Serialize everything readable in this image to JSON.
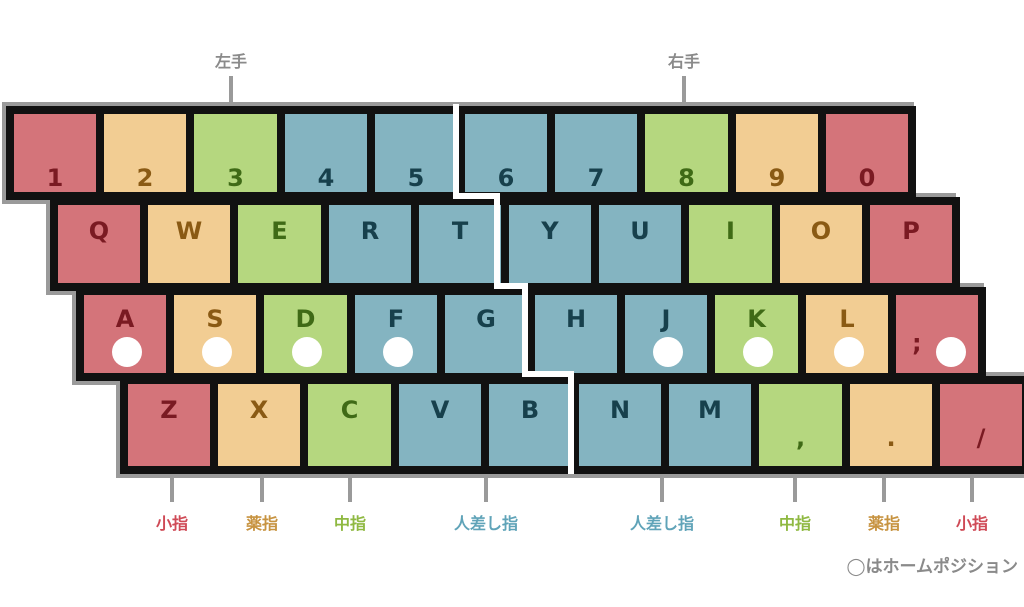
{
  "labels": {
    "left_hand": "左手",
    "right_hand": "右手",
    "home_note": "◯はホームポジション"
  },
  "colors": {
    "pinky": "#d4747a",
    "ring": "#f2cd93",
    "middle": "#b5d77f",
    "index": "#84b4c1",
    "pinky_text": "#7a1a22",
    "ring_text": "#8a5a14",
    "middle_text": "#3f6a16",
    "index_text": "#17404c",
    "pinky_label": "#cf4a56",
    "ring_label": "#c79340",
    "middle_label": "#8fb942",
    "index_label": "#5fa3b8"
  },
  "finger_labels": [
    {
      "text": "小指",
      "finger": "pinky"
    },
    {
      "text": "薬指",
      "finger": "ring"
    },
    {
      "text": "中指",
      "finger": "middle"
    },
    {
      "text": "人差し指",
      "finger": "index"
    },
    {
      "text": "人差し指",
      "finger": "index"
    },
    {
      "text": "中指",
      "finger": "middle"
    },
    {
      "text": "薬指",
      "finger": "ring"
    },
    {
      "text": "小指",
      "finger": "pinky"
    }
  ],
  "rows": [
    [
      {
        "label": "1",
        "finger": "pinky",
        "home": false
      },
      {
        "label": "2",
        "finger": "ring",
        "home": false
      },
      {
        "label": "3",
        "finger": "middle",
        "home": false
      },
      {
        "label": "4",
        "finger": "index",
        "home": false
      },
      {
        "label": "5",
        "finger": "index",
        "home": false
      },
      {
        "label": "6",
        "finger": "index",
        "home": false
      },
      {
        "label": "7",
        "finger": "index",
        "home": false
      },
      {
        "label": "8",
        "finger": "middle",
        "home": false
      },
      {
        "label": "9",
        "finger": "ring",
        "home": false
      },
      {
        "label": "0",
        "finger": "pinky",
        "home": false
      }
    ],
    [
      {
        "label": "Q",
        "finger": "pinky",
        "home": false
      },
      {
        "label": "W",
        "finger": "ring",
        "home": false
      },
      {
        "label": "E",
        "finger": "middle",
        "home": false
      },
      {
        "label": "R",
        "finger": "index",
        "home": false
      },
      {
        "label": "T",
        "finger": "index",
        "home": false
      },
      {
        "label": "Y",
        "finger": "index",
        "home": false
      },
      {
        "label": "U",
        "finger": "index",
        "home": false
      },
      {
        "label": "I",
        "finger": "middle",
        "home": false
      },
      {
        "label": "O",
        "finger": "ring",
        "home": false
      },
      {
        "label": "P",
        "finger": "pinky",
        "home": false
      }
    ],
    [
      {
        "label": "A",
        "finger": "pinky",
        "home": true
      },
      {
        "label": "S",
        "finger": "ring",
        "home": true
      },
      {
        "label": "D",
        "finger": "middle",
        "home": true
      },
      {
        "label": "F",
        "finger": "index",
        "home": true
      },
      {
        "label": "G",
        "finger": "index",
        "home": false
      },
      {
        "label": "H",
        "finger": "index",
        "home": false
      },
      {
        "label": "J",
        "finger": "index",
        "home": true
      },
      {
        "label": "K",
        "finger": "middle",
        "home": true
      },
      {
        "label": "L",
        "finger": "ring",
        "home": true
      },
      {
        "label": ";",
        "finger": "pinky",
        "home": true
      }
    ],
    [
      {
        "label": "Z",
        "finger": "pinky",
        "home": false
      },
      {
        "label": "X",
        "finger": "ring",
        "home": false
      },
      {
        "label": "C",
        "finger": "middle",
        "home": false
      },
      {
        "label": "V",
        "finger": "index",
        "home": false
      },
      {
        "label": "B",
        "finger": "index",
        "home": false
      },
      {
        "label": "N",
        "finger": "index",
        "home": false
      },
      {
        "label": "M",
        "finger": "index",
        "home": false
      },
      {
        "label": ",",
        "finger": "middle",
        "home": false
      },
      {
        "label": ".",
        "finger": "ring",
        "home": false
      },
      {
        "label": "/",
        "finger": "pinky",
        "home": false
      }
    ]
  ]
}
